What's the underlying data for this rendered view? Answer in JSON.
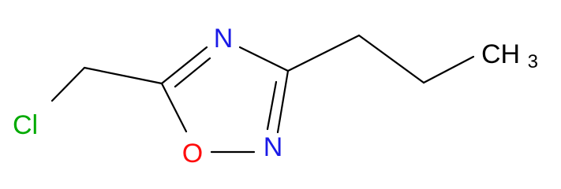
{
  "molecule": {
    "atoms": {
      "chlorine": {
        "text": "Cl",
        "color": "#00aa00"
      },
      "nitrogen_top": {
        "text": "N",
        "color": "#1a1ae6"
      },
      "nitrogen_right": {
        "text": "N",
        "color": "#1a1ae6"
      },
      "oxygen": {
        "text": "O",
        "color": "#ff0d0d"
      },
      "methyl": {
        "text": "CH",
        "subscript": "3",
        "color": "#000000"
      }
    }
  }
}
